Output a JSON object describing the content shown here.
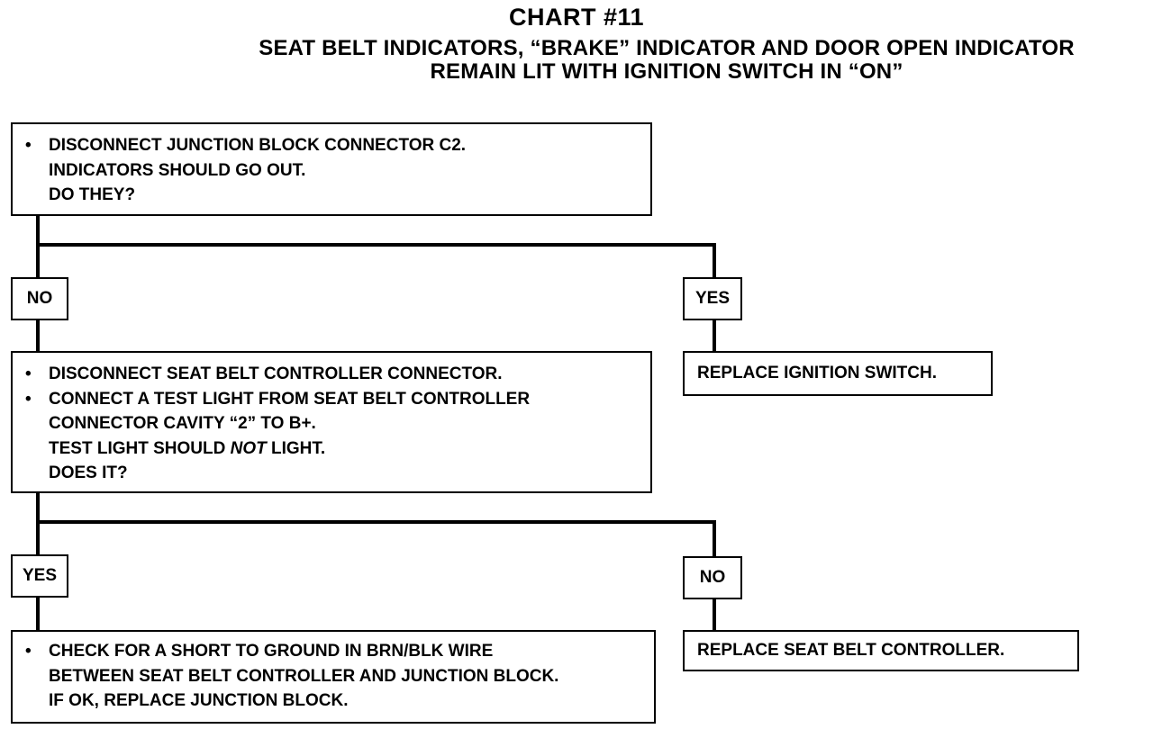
{
  "header": {
    "title": "CHART #11",
    "subtitle_line1": "SEAT BELT INDICATORS, “BRAKE” INDICATOR AND DOOR OPEN INDICATOR",
    "subtitle_line2": "REMAIN LIT WITH IGNITION SWITCH IN “ON”"
  },
  "bullet": "•",
  "step1": {
    "lines": [
      "DISCONNECT JUNCTION BLOCK CONNECTOR C2.",
      "INDICATORS SHOULD GO OUT.",
      "DO THEY?"
    ]
  },
  "branch1": {
    "no_label": "NO",
    "yes_label": "YES",
    "yes_action": "REPLACE IGNITION SWITCH."
  },
  "step2": {
    "line1": "DISCONNECT SEAT BELT CONTROLLER CONNECTOR.",
    "line2": "CONNECT A TEST LIGHT FROM SEAT BELT CONTROLLER",
    "line3": "CONNECTOR CAVITY “2” TO B+.",
    "line4_a": "TEST LIGHT SHOULD ",
    "line4_b": "NOT",
    "line4_c": " LIGHT.",
    "line5": "DOES IT?"
  },
  "branch2": {
    "yes_label": "YES",
    "no_label": "NO",
    "no_action": "REPLACE SEAT BELT CONTROLLER."
  },
  "step3": {
    "lines": [
      "CHECK FOR A SHORT TO GROUND IN BRN/BLK WIRE",
      "BETWEEN SEAT BELT CONTROLLER AND JUNCTION BLOCK.",
      "IF OK, REPLACE JUNCTION BLOCK."
    ]
  }
}
